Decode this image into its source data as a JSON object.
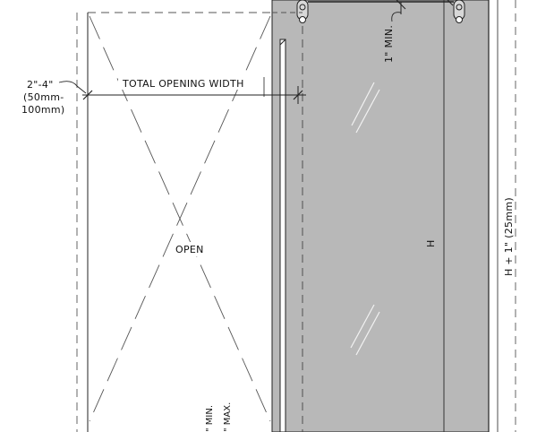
{
  "drawing": {
    "colors": {
      "line": "#222222",
      "dashed": "#555555",
      "door_fill": "#b8b8b8",
      "glass": "#eeeeee"
    },
    "labels": {
      "setback_range": "2\"-4\"",
      "setback_mm_1": "(50mm-",
      "setback_mm_2": "100mm)",
      "total_opening_width": "TOTAL OPENING WIDTH",
      "open": "OPEN",
      "one_inch_min": "1\" MIN.",
      "height": "H",
      "height_plus_one": "H + 1\" (25mm)",
      "floor_gap_min": "\" MIN.",
      "floor_gap_max": "\" MAX."
    }
  }
}
